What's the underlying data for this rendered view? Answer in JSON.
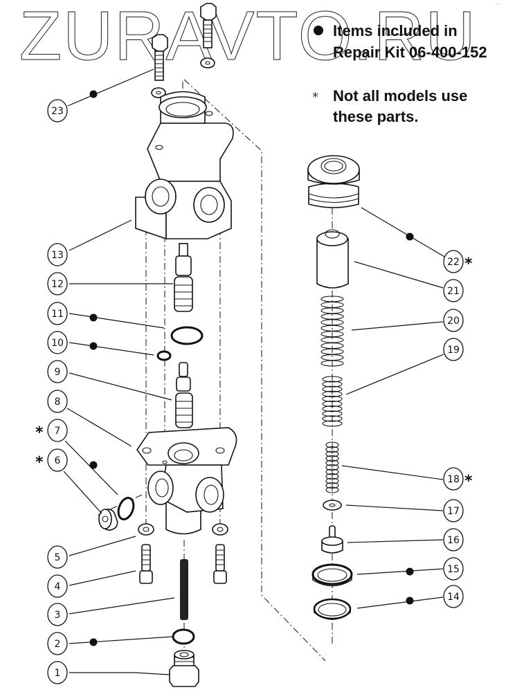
{
  "watermark": "ZURAVTO.RU",
  "corner_mark": "-~--",
  "legend": {
    "kit_symbol": "●",
    "kit_line1": "Items included in",
    "kit_line2": "Repair Kit 06-400-152",
    "note_symbol": "*",
    "note_line1": "Not all models use",
    "note_line2": "these parts."
  },
  "callouts": [
    {
      "num": "1",
      "in_kit": false,
      "not_all_models": false
    },
    {
      "num": "2",
      "in_kit": true,
      "not_all_models": false
    },
    {
      "num": "3",
      "in_kit": false,
      "not_all_models": false
    },
    {
      "num": "4",
      "in_kit": false,
      "not_all_models": false
    },
    {
      "num": "5",
      "in_kit": false,
      "not_all_models": false
    },
    {
      "num": "6",
      "in_kit": false,
      "not_all_models": true
    },
    {
      "num": "7",
      "in_kit": true,
      "not_all_models": true
    },
    {
      "num": "8",
      "in_kit": false,
      "not_all_models": false
    },
    {
      "num": "9",
      "in_kit": false,
      "not_all_models": false
    },
    {
      "num": "10",
      "in_kit": true,
      "not_all_models": false
    },
    {
      "num": "11",
      "in_kit": true,
      "not_all_models": false
    },
    {
      "num": "12",
      "in_kit": false,
      "not_all_models": false
    },
    {
      "num": "13",
      "in_kit": false,
      "not_all_models": false
    },
    {
      "num": "14",
      "in_kit": true,
      "not_all_models": false
    },
    {
      "num": "15",
      "in_kit": true,
      "not_all_models": false
    },
    {
      "num": "16",
      "in_kit": false,
      "not_all_models": false
    },
    {
      "num": "17",
      "in_kit": false,
      "not_all_models": false
    },
    {
      "num": "18",
      "in_kit": false,
      "not_all_models": true
    },
    {
      "num": "19",
      "in_kit": false,
      "not_all_models": false
    },
    {
      "num": "20",
      "in_kit": false,
      "not_all_models": false
    },
    {
      "num": "21",
      "in_kit": false,
      "not_all_models": false
    },
    {
      "num": "22",
      "in_kit": true,
      "not_all_models": true
    },
    {
      "num": "23",
      "in_kit": true,
      "not_all_models": false
    }
  ]
}
